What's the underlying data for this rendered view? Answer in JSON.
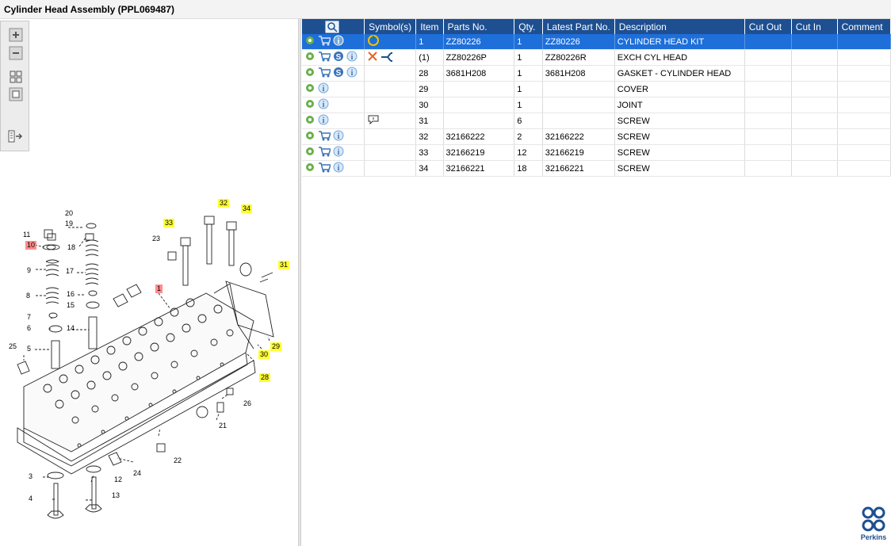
{
  "window": {
    "title": "Cylinder Head Assembly (PPL069487)"
  },
  "toolbar": {
    "buttons": [
      {
        "name": "zoom-in-icon"
      },
      {
        "name": "zoom-out-icon"
      },
      {
        "name": "fit-grid-icon"
      },
      {
        "name": "fit-page-icon"
      },
      {
        "name": "panel-toggle-icon"
      }
    ]
  },
  "diagram": {
    "callouts": [
      "20",
      "19",
      "11",
      "10",
      "18",
      "9",
      "17",
      "8",
      "16",
      "15",
      "7",
      "6",
      "14",
      "25",
      "5",
      "33",
      "23",
      "1",
      "32",
      "34",
      "31",
      "29",
      "30",
      "28",
      "26",
      "21",
      "22",
      "24",
      "3",
      "12",
      "4",
      "13"
    ]
  },
  "table": {
    "headers": [
      "",
      "Symbol(s)",
      "Item",
      "Parts No.",
      "Qty.",
      "Latest Part No.",
      "Description",
      "Cut Out",
      "Cut In",
      "Comment"
    ],
    "rows": [
      {
        "item": "1",
        "part": "ZZ80226",
        "qty": "1",
        "latest": "ZZ80226",
        "desc": "CYLINDER HEAD KIT",
        "cutout": "",
        "cutin": "",
        "comment": ""
      },
      {
        "item": "(1)",
        "part": "ZZ80226P",
        "qty": "1",
        "latest": "ZZ80226R",
        "desc": "EXCH CYL HEAD",
        "cutout": "",
        "cutin": "",
        "comment": ""
      },
      {
        "item": "28",
        "part": "3681H208",
        "qty": "1",
        "latest": "3681H208",
        "desc": "GASKET - CYLINDER HEAD",
        "cutout": "",
        "cutin": "",
        "comment": ""
      },
      {
        "item": "29",
        "part": "",
        "qty": "1",
        "latest": "",
        "desc": "COVER",
        "cutout": "",
        "cutin": "",
        "comment": ""
      },
      {
        "item": "30",
        "part": "",
        "qty": "1",
        "latest": "",
        "desc": "JOINT",
        "cutout": "",
        "cutin": "",
        "comment": ""
      },
      {
        "item": "31",
        "part": "",
        "qty": "6",
        "latest": "",
        "desc": "SCREW",
        "cutout": "",
        "cutin": "",
        "comment": ""
      },
      {
        "item": "32",
        "part": "32166222",
        "qty": "2",
        "latest": "32166222",
        "desc": "SCREW",
        "cutout": "",
        "cutin": "",
        "comment": ""
      },
      {
        "item": "33",
        "part": "32166219",
        "qty": "12",
        "latest": "32166219",
        "desc": "SCREW",
        "cutout": "",
        "cutin": "",
        "comment": ""
      },
      {
        "item": "34",
        "part": "32166221",
        "qty": "18",
        "latest": "32166221",
        "desc": "SCREW",
        "cutout": "",
        "cutin": "",
        "comment": ""
      }
    ]
  },
  "colors": {
    "header_bg": "#1d4f91",
    "selected_row": "#1e6fd9",
    "callout_yellow": "#ffff33",
    "callout_red": "#ff8c8c"
  },
  "logo": {
    "text": "Perkins"
  }
}
